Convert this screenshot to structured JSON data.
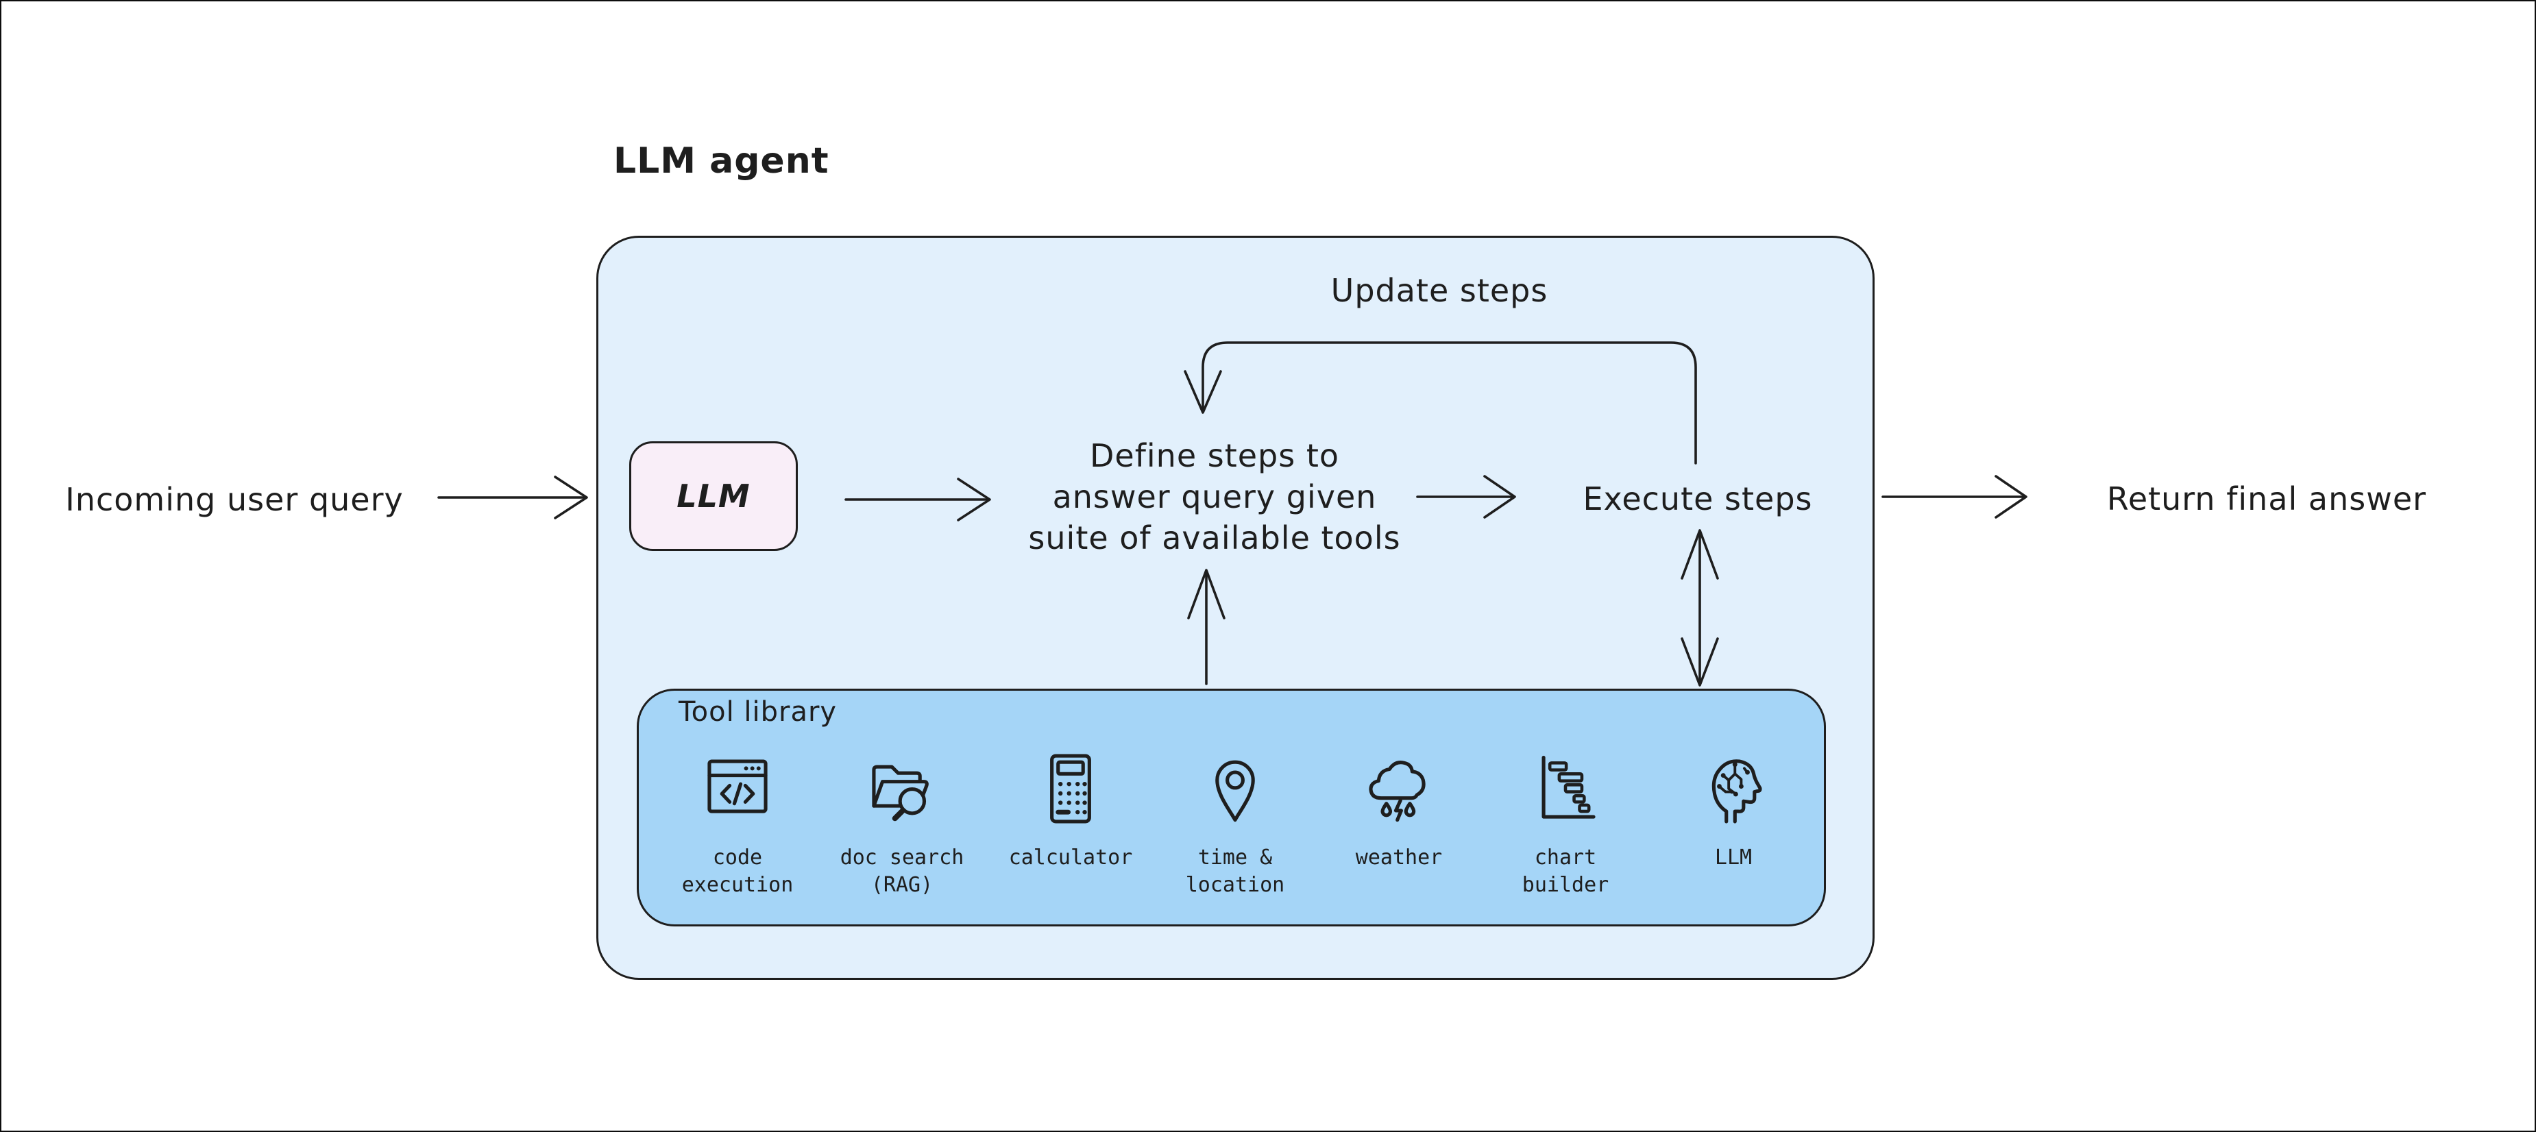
{
  "diagram": {
    "title": "LLM agent",
    "incoming_label": "Incoming user query",
    "return_label": "Return final answer",
    "llm_node_label": "LLM",
    "define_steps_label": "Define steps to\nanswer query given\nsuite of available tools",
    "execute_steps_label": "Execute steps",
    "update_steps_label": "Update steps",
    "tool_library": {
      "title": "Tool library",
      "tools": [
        {
          "id": "code-execution",
          "label": "code\nexecution",
          "icon": "code-window-icon"
        },
        {
          "id": "doc-search-rag",
          "label": "doc search\n(RAG)",
          "icon": "folder-search-icon"
        },
        {
          "id": "calculator",
          "label": "calculator",
          "icon": "calculator-icon"
        },
        {
          "id": "time-location",
          "label": "time &\nlocation",
          "icon": "map-pin-icon"
        },
        {
          "id": "weather",
          "label": "weather",
          "icon": "storm-cloud-icon"
        },
        {
          "id": "chart-builder",
          "label": "chart\nbuilder",
          "icon": "gantt-chart-icon"
        },
        {
          "id": "llm",
          "label": "LLM",
          "icon": "circuit-head-icon"
        }
      ]
    },
    "colors": {
      "canvas_bg": "#ffffff",
      "ink": "#1e1e1e",
      "agent_fill": "#e2f0fc",
      "llm_fill": "#f9eef8",
      "tool_fill": "#a5d5f7"
    }
  }
}
